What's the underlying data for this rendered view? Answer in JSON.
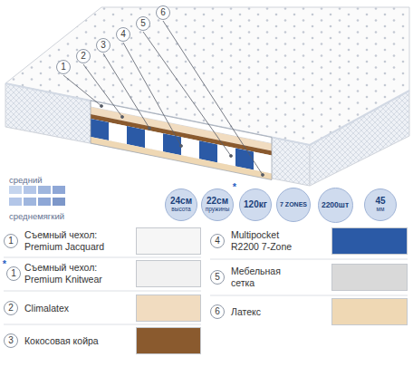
{
  "diagram": {
    "nodes": [
      {
        "text": [
          "24см",
          "высота"
        ]
      },
      {
        "text": [
          "22см",
          "пружины"
        ]
      },
      {
        "text": [
          "120кг"
        ]
      },
      {
        "text": [
          "7 ZONES"
        ]
      },
      {
        "text": [
          "2200шт"
        ]
      },
      {
        "text": [
          "45",
          "мм"
        ]
      }
    ],
    "labels": [
      "1",
      "2",
      "3",
      "4",
      "5",
      "6",
      "средний",
      "среднемягкий",
      "*",
      "1",
      "*",
      "1",
      "2",
      "3",
      "4",
      "5",
      "6"
    ],
    "legend": [
      {
        "text": "Съемный чехол: Premium Jacquard",
        "color": "#f6f6f6"
      },
      {
        "text": "Съемный чехол: Premium Knitwear",
        "color": "#f1f1f1"
      },
      {
        "text": "Climalatex",
        "color": "#f1dcc0"
      },
      {
        "text": "Кокосовая койра",
        "color": "#8a5a2e"
      },
      {
        "text": "Multipocket R2200 7-Zone",
        "color": "#2b5aa6"
      },
      {
        "text": "Мебельная сетка",
        "color": "#d9d9d9"
      },
      {
        "text": "Латекс",
        "color": "#efd8b4"
      }
    ]
  }
}
